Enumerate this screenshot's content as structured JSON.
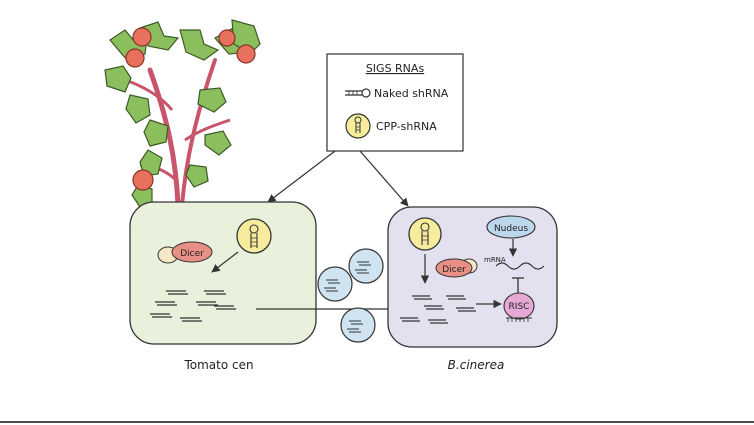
{
  "legend": {
    "title": "SIGS RNAs",
    "items": [
      {
        "label": "Naked shRNA",
        "icon": "hairpin-icon"
      },
      {
        "label": "CPP-shRNA",
        "icon": "cpp-hairpin-icon"
      }
    ]
  },
  "tomato_cell": {
    "caption": "Tomato cen",
    "dicer_label": "Dicer",
    "fill": "#e9f1dd"
  },
  "fungal_cell": {
    "caption": "B.cinerea",
    "dicer_label": "Dicer",
    "nucleus_label": "Nudeus",
    "mrna_label": "mRNA",
    "risc_label": "RISC",
    "fill": "#e3e0f0"
  },
  "colors": {
    "dicer": "#e88f86",
    "risc": "#e6a9d6",
    "nucleus": "#bcd6ec",
    "hairpin_bubble": "#f6ec9c",
    "vesicle": "#cfe3f1",
    "leaf": "#8bbf5e",
    "tomato": "#e8715e"
  }
}
